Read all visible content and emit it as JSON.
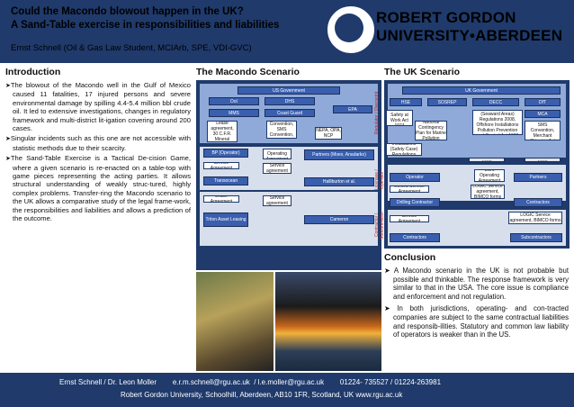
{
  "header": {
    "title_line1": "Could the Macondo blowout happen in the UK?",
    "title_line2": "A Sand-Table exercise in responsibilities and liabilities",
    "author": "Ernst Schnell (Oil & Gas Law Student, MCIArb, SPE, VDI-GVC)",
    "university_line1": "ROBERT GORDON",
    "university_line2": "UNIVERSITY•ABERDEEN"
  },
  "intro": {
    "title": "Introduction",
    "paragraphs": [
      "The blowout of the Macondo well in the Gulf of Mexico caused 11 fatalities, 17 injured persons and severe environmental damage by spilling 4.4-5.4 million bbl crude oil. It led to extensive investigations, changes in regulatory framework and multi-district lit-igation covering around 200 cases.",
      "Singular incidents such as this one are not accessible with statistic methods due to their scarcity.",
      "The Sand-Table Exercise is a Tactical De-cision Game, where a given scenario is re-enacted on a table-top with game pieces representing the acting parties. It allows structural understanding of weakly struc-tured, highly complex problems. Transfer-ring the Macondo scenario to the UK allows a comparative study of the legal frame-work, the responsibilities and liabilities and allows a prediction of the outcome."
    ]
  },
  "macondo": {
    "title": "The Macondo Scenario",
    "gov": "US Government",
    "doi": "DoI",
    "dhs": "DHS",
    "epa": "EPA",
    "mms": "MMS",
    "coast_guard": "Coast Guard",
    "regs1": "DLA, OCSLA, Lease agreement, 30 C.F.R. Mineral Resources",
    "regs2": "SOLAS Convention, SMS Convention, OPA, NCP",
    "regs3": "NEPA, OPA, NCP",
    "bp": "BP (Operator)",
    "joa": "Joint Operating Agreement",
    "partners": "Partners (Moex, Anadarko)",
    "service_agreement": "Service Agreement",
    "service_agreement2": "Service agreement",
    "transocean": "Transocean",
    "halliburton": "Halliburton et al.",
    "lease_agreement": "Lease Agreement",
    "service_agreement3": "Service agreement",
    "triton": "Triton Asset Leasing",
    "cameron": "Cameron"
  },
  "uk": {
    "title": "The UK Scenario",
    "gov": "UK Government",
    "hse": "HSE",
    "sosrep": "SOSREP",
    "decc": "DECC",
    "dft": "DfT",
    "mca": "MCA",
    "regs_hse": "Health and Safety at Work Act 1974",
    "regs_sosrep": "National Contingency Plan for Marine Pollution",
    "regs_decc": "Licensing (Production) (Seaward Areas) Regulations 2008, Offshore Installations Pollution Prevention and Control Act 1998",
    "regs_mca": "SOLAS Convention, SMS Convention, Merchant Shipping Act 1995",
    "regs_safety": "Offshore Installations (Safety Case) Regulations 1992",
    "operator": "Operator",
    "joa": "Joint Operating Agreement",
    "partners": "Partners",
    "logic": "LOGIC Service Agreement",
    "logic2": "LOGIC Service agreement, BIMCO forms",
    "drilling": "Drilling Contractor",
    "contractors_right": "Contractors",
    "service_agreement": "Service Agreement",
    "logic3": "LOGIC Service agreement, BIMCO forms",
    "contractors": "Contractors",
    "subcontractors": "Subcontractors",
    "lbl_regulator": "Regulator / Oversight",
    "lbl_operator": "Licensee / Operator",
    "lbl_contractor": "Contractor / Subcontractor",
    "lbl_oilpoll1": "Petroleum Act 1998",
    "lbl_oilpoll2": "Petroleum Act 1998"
  },
  "conclusion": {
    "title": "Conclusion",
    "paragraphs": [
      "A Macondo scenario in the UK is not probable but possible and thinkable. The response framework is very similar to that in the USA. The core issue is compliance and enforcement and not regulation.",
      "In both jurisdictions, operating- and con-tracted companies are subject to the same contractual liabilities and responsib-ilities. Statutory and common law liability of operators is weaker than in the US."
    ]
  },
  "footer": {
    "line1": "Ernst Schnell / Dr. Leon Moller        e.r.m.schnell@rgu.ac.uk  / l.e.moller@rgu.ac.uk        01224- 735527 / 01224-263981",
    "line2": "Robert Gordon University, Schoolhill, Aberdeen, AB10 1FR, Scotland, UK  www.rgu.ac.uk"
  },
  "colors": {
    "brand_navy": "#1f3a6b",
    "box_blue": "#3a5fae",
    "row_blue": "#8fa9d8"
  }
}
